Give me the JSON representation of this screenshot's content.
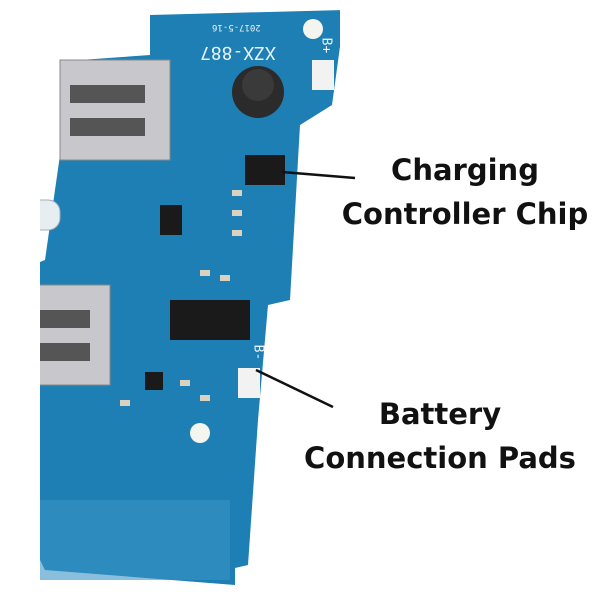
{
  "callouts": {
    "chip": {
      "line1": "Charging",
      "line2": "Controller Chip"
    },
    "pads": {
      "line1": "Battery",
      "line2": "Connection Pads"
    }
  },
  "board": {
    "model": "XZX-887",
    "date": "2017-5-16",
    "pad_pos": "B+",
    "pad_neg": "B-"
  },
  "colors": {
    "pcb": "#1d7fb3",
    "text": "#111111"
  }
}
